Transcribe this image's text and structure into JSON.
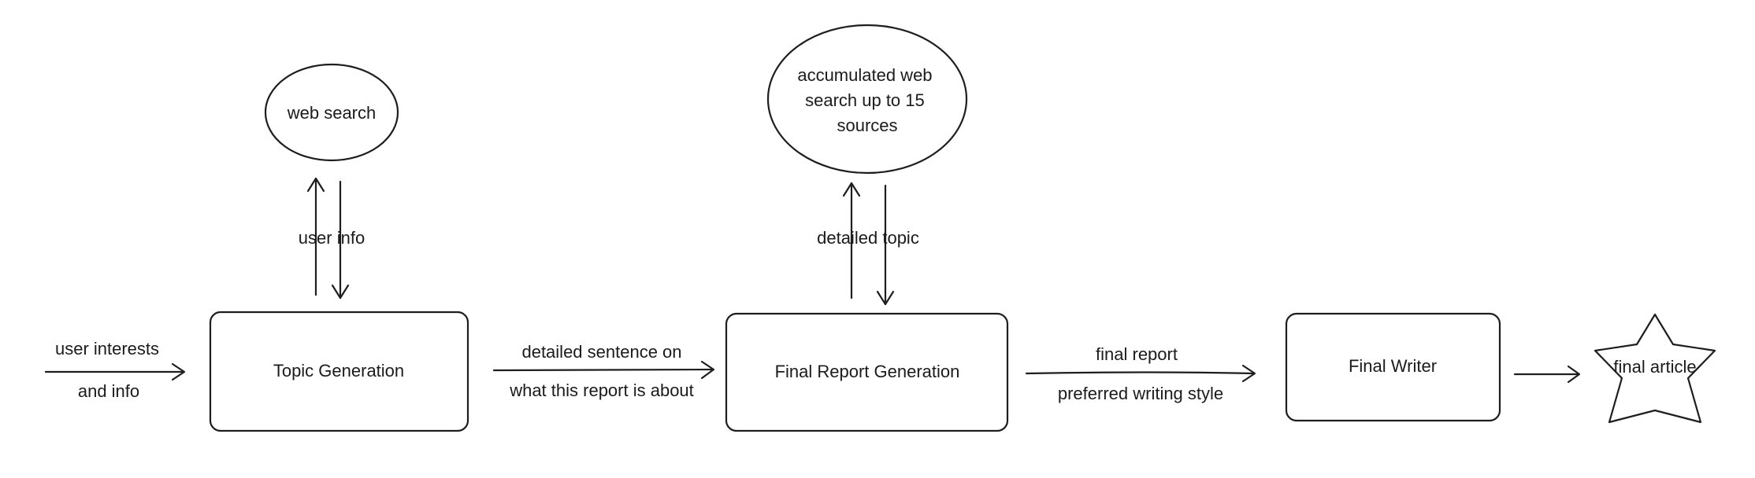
{
  "nodes": {
    "topic_generation": "Topic Generation",
    "final_report_generation": "Final Report Generation",
    "final_writer": "Final Writer",
    "web_search": "web search",
    "accumulated_web_search": [
      "accumulated web",
      "search up to 15",
      "sources"
    ],
    "final_article": "final article"
  },
  "edges": {
    "input": [
      "user interests",
      "and info"
    ],
    "topic_to_report": [
      "detailed sentence on",
      "what this report is about"
    ],
    "report_to_writer": [
      "final report",
      "preferred writing style"
    ],
    "web_search_loop": "user info",
    "accumulated_search_loop": "detailed topic"
  }
}
